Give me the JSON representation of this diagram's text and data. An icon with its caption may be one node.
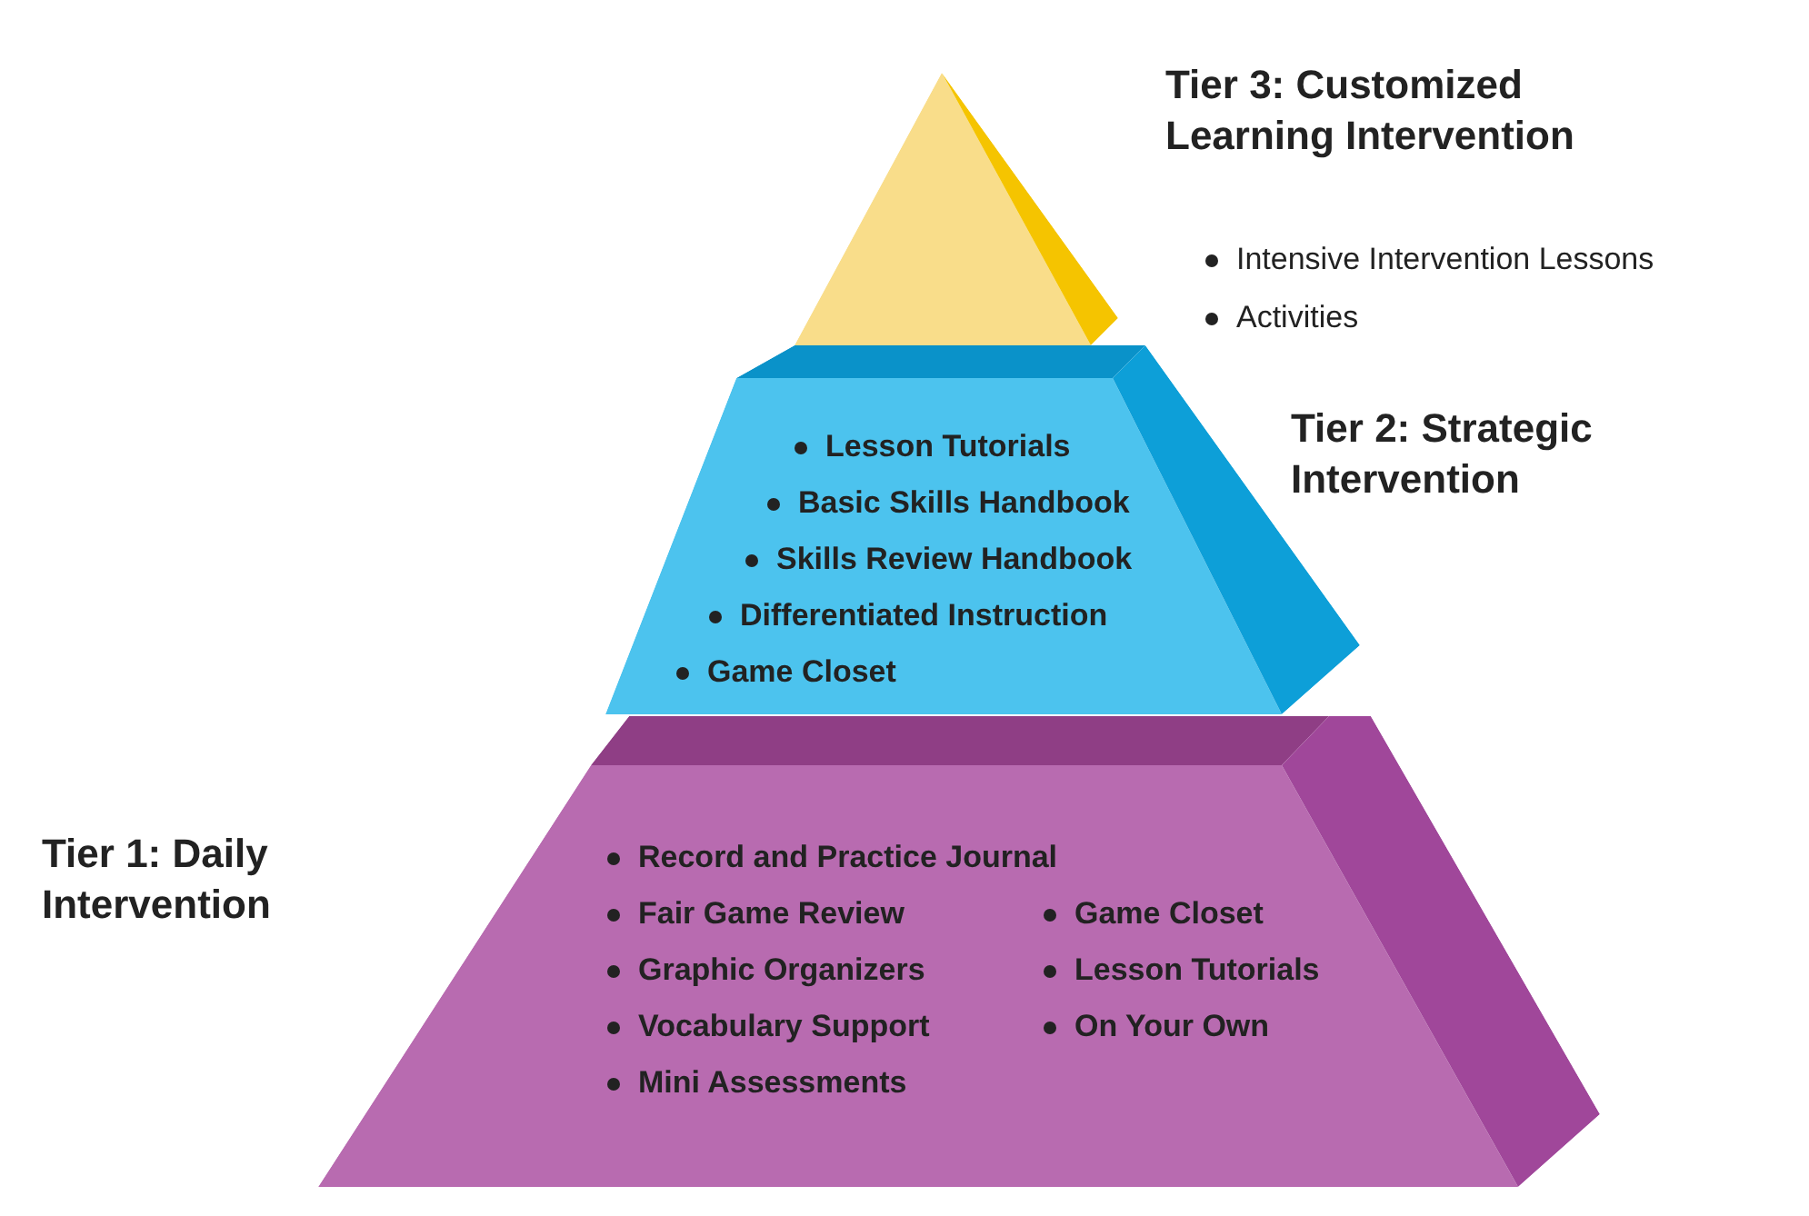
{
  "diagram": {
    "nodes": [
      {
        "text": [
          "Tier 3: Customized Learning Intervention",
          "Intensive Intervention Lessons",
          "Activities"
        ]
      },
      {
        "text": [
          "Tier 2: Strategic Intervention",
          "Lesson Tutorials",
          "Basic Skills Handbook",
          "Skills Review Handbook",
          "Differentiated Instruction",
          "Game Closet"
        ]
      },
      {
        "text": [
          "Tier 1: Daily Intervention",
          "Record and Practice Journal",
          "Fair Game Review",
          "Graphic Organizers",
          "Vocabulary Support",
          "Mini Assessments",
          "Game Closet",
          "Lesson Tutorials",
          "On Your Own"
        ]
      }
    ]
  }
}
